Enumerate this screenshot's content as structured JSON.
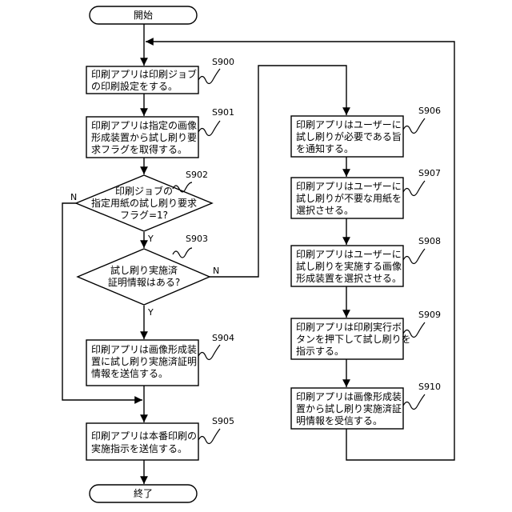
{
  "flowchart": {
    "start": "開始",
    "end": "終了",
    "steps": {
      "s900": {
        "id": "S900",
        "lines": [
          "印刷アプリは印刷ジョブ",
          "の印刷設定をする。"
        ]
      },
      "s901": {
        "id": "S901",
        "lines": [
          "印刷アプリは指定の画像",
          "形成装置から試し刷り要",
          "求フラグを取得する。"
        ]
      },
      "s902": {
        "id": "S902",
        "lines": [
          "印刷ジョブの",
          "指定用紙の試し刷り要求",
          "フラグ=1?"
        ]
      },
      "s903": {
        "id": "S903",
        "lines": [
          "試し刷り実施済",
          "証明情報はある?"
        ]
      },
      "s904": {
        "id": "S904",
        "lines": [
          "印刷アプリは画像形成装",
          "置に試し刷り実施済証明",
          "情報を送信する。"
        ]
      },
      "s905": {
        "id": "S905",
        "lines": [
          "印刷アプリは本番印刷の",
          "実施指示を送信する。"
        ]
      },
      "s906": {
        "id": "S906",
        "lines": [
          "印刷アプリはユーザーに",
          "試し刷りが必要である旨",
          "を通知する。"
        ]
      },
      "s907": {
        "id": "S907",
        "lines": [
          "印刷アプリはユーザーに",
          "試し刷りが不要な用紙を",
          "選択させる。"
        ]
      },
      "s908": {
        "id": "S908",
        "lines": [
          "印刷アプリはユーザーに",
          "試し刷りを実施する画像",
          "形成装置を選択させる。"
        ]
      },
      "s909": {
        "id": "S909",
        "lines": [
          "印刷アプリは印刷実行ボ",
          "タンを押下して試し刷りを",
          "指示する。"
        ]
      },
      "s910": {
        "id": "S910",
        "lines": [
          "印刷アプリは画像形成装",
          "置から試し刷り実施済証",
          "明情報を受信する。"
        ]
      }
    },
    "branches": {
      "s902_yes": "Y",
      "s902_no": "N",
      "s903_yes": "Y",
      "s903_no": "N"
    }
  }
}
